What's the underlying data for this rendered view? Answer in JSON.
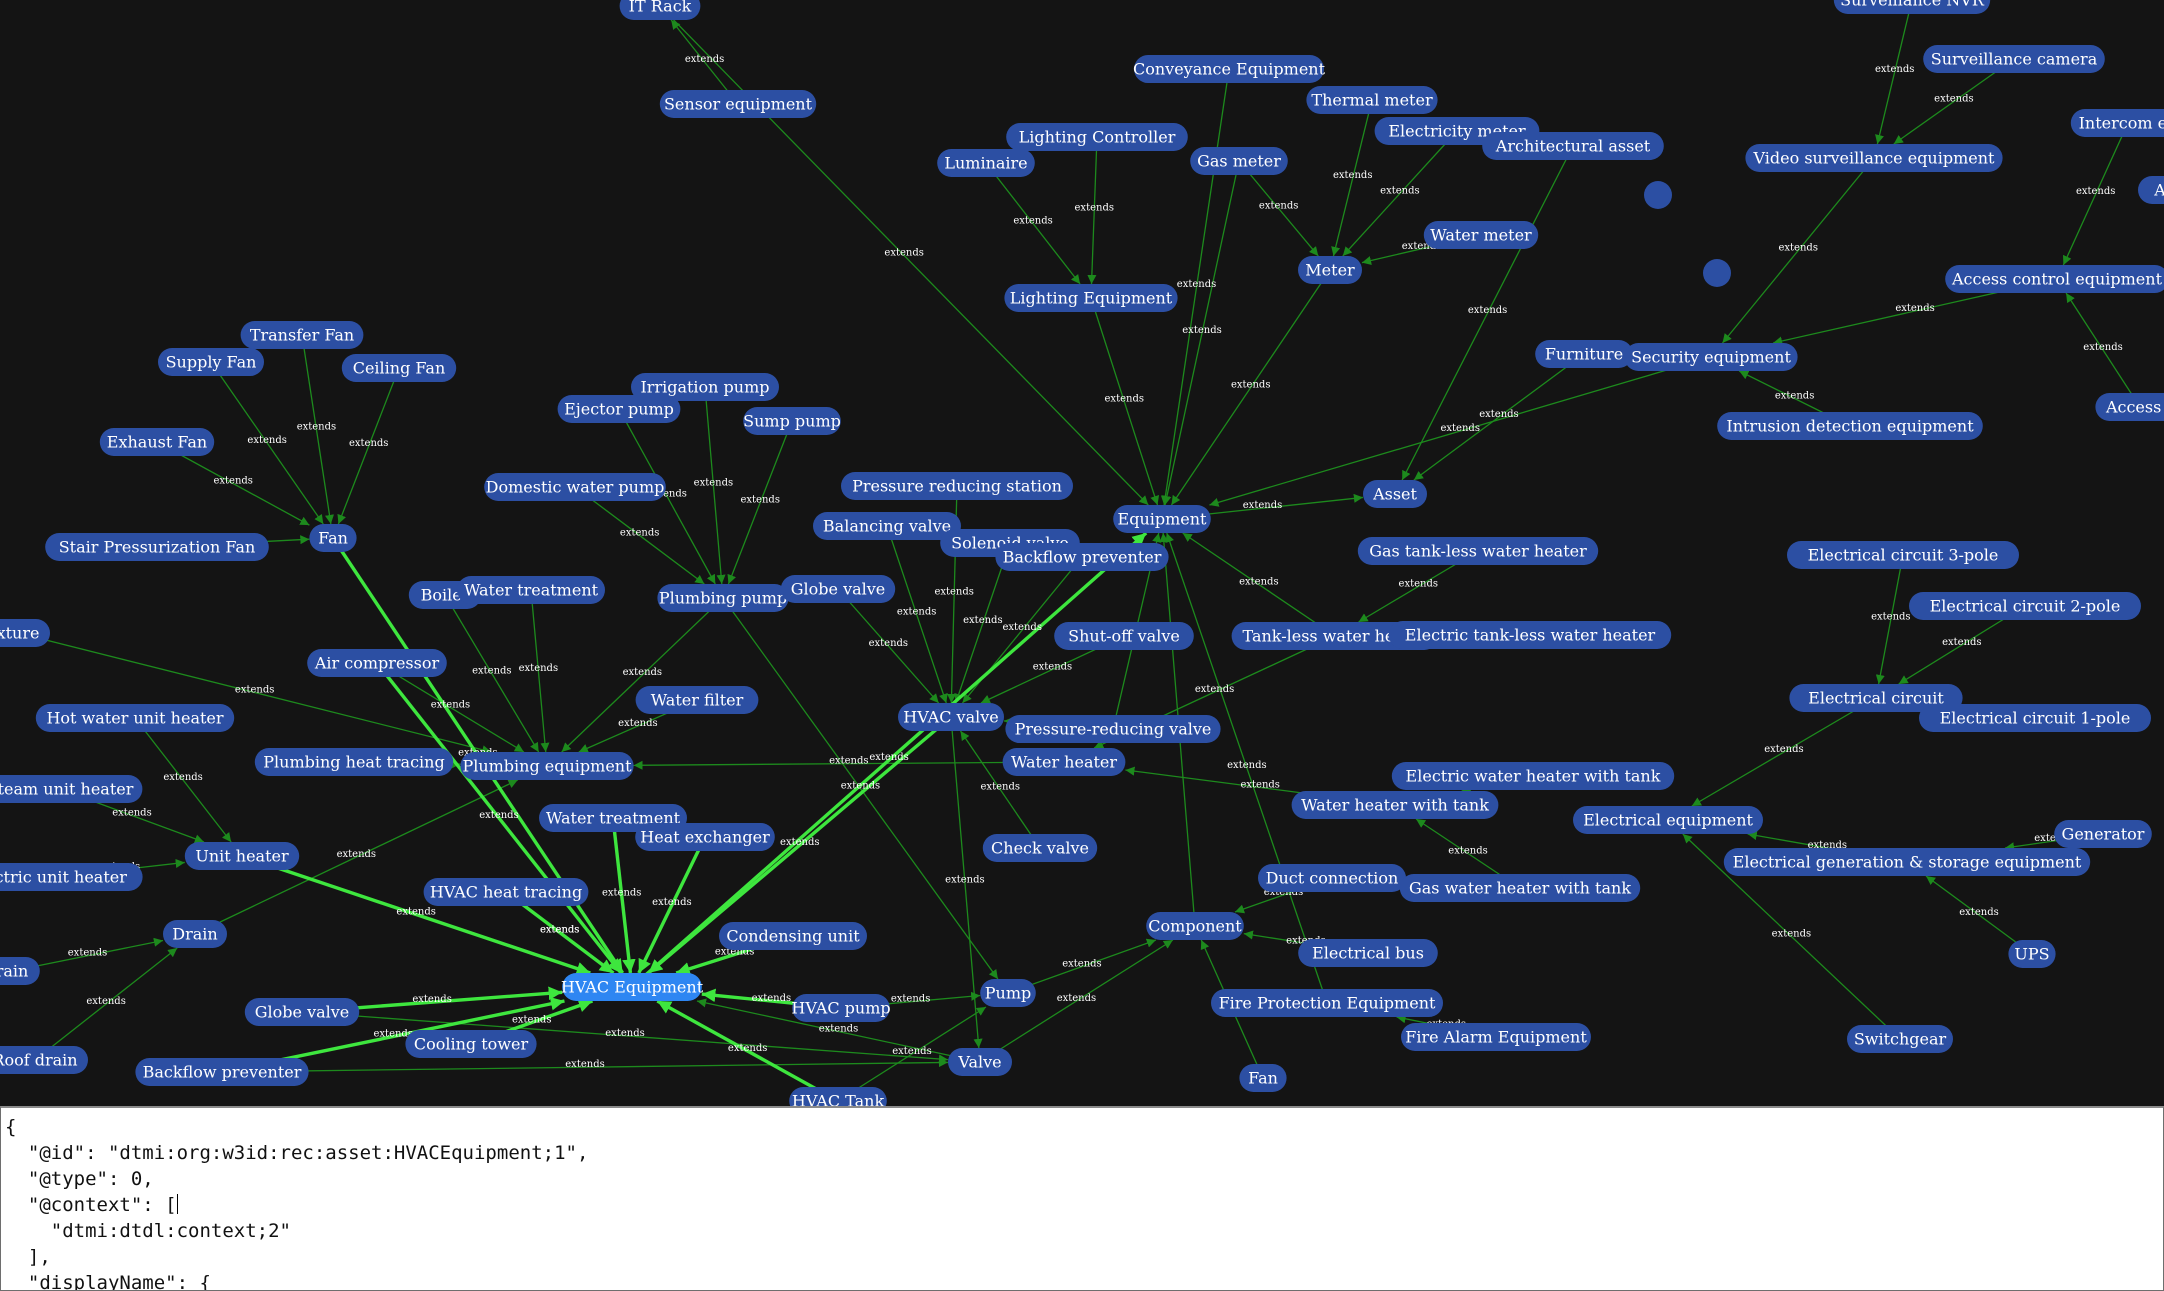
{
  "graph": {
    "edge_label": "extends",
    "selected_node": "hvac-equipment",
    "nodes": [
      {
        "id": "it-rack",
        "label": "IT Rack"
      },
      {
        "id": "sensor-equipment",
        "label": "Sensor equipment"
      },
      {
        "id": "conveyance-equipment",
        "label": "Conveyance Equipment"
      },
      {
        "id": "thermal-meter",
        "label": "Thermal meter"
      },
      {
        "id": "surveillance-nvr",
        "label": "Surveillance NVR"
      },
      {
        "id": "surveillance-camera",
        "label": "Surveillance camera"
      },
      {
        "id": "intercom",
        "label": "Intercom en"
      },
      {
        "id": "video-surveillance",
        "label": "Video surveillance equipment"
      },
      {
        "id": "lighting-controller",
        "label": "Lighting Controller"
      },
      {
        "id": "luminaire",
        "label": "Luminaire"
      },
      {
        "id": "gas-meter",
        "label": "Gas meter"
      },
      {
        "id": "electricity-meter",
        "label": "Electricity meter"
      },
      {
        "id": "architectural-asset",
        "label": "Architectural asset"
      },
      {
        "id": "water-meter",
        "label": "Water meter"
      },
      {
        "id": "meter",
        "label": "Meter"
      },
      {
        "id": "lighting-equipment",
        "label": "Lighting Equipment"
      },
      {
        "id": "access-control",
        "label": "Access control equipment"
      },
      {
        "id": "furniture",
        "label": "Furniture"
      },
      {
        "id": "security-equipment",
        "label": "Security equipment"
      },
      {
        "id": "access-r",
        "label": "Access r"
      },
      {
        "id": "transfer-fan",
        "label": "Transfer Fan"
      },
      {
        "id": "supply-fan",
        "label": "Supply Fan"
      },
      {
        "id": "ceiling-fan",
        "label": "Ceiling Fan"
      },
      {
        "id": "irrigation-pump",
        "label": "Irrigation pump"
      },
      {
        "id": "ejector-pump",
        "label": "Ejector pump"
      },
      {
        "id": "sump-pump",
        "label": "Sump pump"
      },
      {
        "id": "intrusion-detection",
        "label": "Intrusion detection equipment"
      },
      {
        "id": "exhaust-fan",
        "label": "Exhaust Fan"
      },
      {
        "id": "domestic-water-pump",
        "label": "Domestic water pump"
      },
      {
        "id": "pressure-reducing-station",
        "label": "Pressure reducing station"
      },
      {
        "id": "asset",
        "label": "Asset"
      },
      {
        "id": "equipment",
        "label": "Equipment"
      },
      {
        "id": "balancing-valve",
        "label": "Balancing valve"
      },
      {
        "id": "fan",
        "label": "Fan"
      },
      {
        "id": "stair-pressurization-fan",
        "label": "Stair Pressurization Fan"
      },
      {
        "id": "solenoid-valve",
        "label": "Solenoid valve"
      },
      {
        "id": "backflow-preventer",
        "label": "Backflow preventer"
      },
      {
        "id": "gas-tankless",
        "label": "Gas tank-less water heater"
      },
      {
        "id": "elec-circuit-3",
        "label": "Electrical circuit 3-pole"
      },
      {
        "id": "boiler",
        "label": "Boiler"
      },
      {
        "id": "water-treatment-1",
        "label": "Water treatment"
      },
      {
        "id": "plumbing-pump",
        "label": "Plumbing pump"
      },
      {
        "id": "globe-valve-1",
        "label": "Globe valve"
      },
      {
        "id": "elec-circuit-2",
        "label": "Electrical circuit 2-pole"
      },
      {
        "id": "fixture",
        "label": "xture"
      },
      {
        "id": "shutoff-valve",
        "label": "Shut-off valve"
      },
      {
        "id": "tankless-heater",
        "label": "Tank-less water heater"
      },
      {
        "id": "elec-tankless",
        "label": "Electric tank-less water heater"
      },
      {
        "id": "air-compressor",
        "label": "Air compressor"
      },
      {
        "id": "water-filter",
        "label": "Water filter"
      },
      {
        "id": "electrical-circuit",
        "label": "Electrical circuit"
      },
      {
        "id": "hot-water-unit-heater",
        "label": "Hot water unit heater"
      },
      {
        "id": "hvac-valve",
        "label": "HVAC valve"
      },
      {
        "id": "pressure-reducing-valve",
        "label": "Pressure-reducing valve"
      },
      {
        "id": "elec-circuit-1",
        "label": "Electrical circuit 1-pole"
      },
      {
        "id": "plumbing-heat-tracing",
        "label": "Plumbing heat tracing"
      },
      {
        "id": "plumbing-equipment",
        "label": "Plumbing equipment"
      },
      {
        "id": "water-heater",
        "label": "Water heater"
      },
      {
        "id": "elec-water-heater-tank",
        "label": "Electric water heater with tank"
      },
      {
        "id": "steam-unit-heater",
        "label": "Steam unit heater"
      },
      {
        "id": "water-heater-tank",
        "label": "Water heater with tank"
      },
      {
        "id": "water-treatment-2",
        "label": "Water treatment"
      },
      {
        "id": "electrical-equipment",
        "label": "Electrical equipment"
      },
      {
        "id": "generator",
        "label": "Generator"
      },
      {
        "id": "heat-exchanger",
        "label": "Heat exchanger"
      },
      {
        "id": "elec-gen-storage",
        "label": "Electrical generation & storage equipment"
      },
      {
        "id": "unit-heater",
        "label": "Unit heater"
      },
      {
        "id": "electric-unit-heater",
        "label": "ectric unit heater"
      },
      {
        "id": "check-valve",
        "label": "Check valve"
      },
      {
        "id": "duct-connection",
        "label": "Duct connection"
      },
      {
        "id": "gas-water-heater-tank",
        "label": "Gas water heater with tank"
      },
      {
        "id": "hvac-heat-tracing",
        "label": "HVAC heat tracing"
      },
      {
        "id": "component",
        "label": "Component"
      },
      {
        "id": "drain",
        "label": "Drain"
      },
      {
        "id": "condensing-unit",
        "label": "Condensing unit"
      },
      {
        "id": "ups",
        "label": "UPS"
      },
      {
        "id": "rain",
        "label": "rain"
      },
      {
        "id": "electrical-bus",
        "label": "Electrical bus"
      },
      {
        "id": "hvac-equipment",
        "label": "HVAC Equipment"
      },
      {
        "id": "pump",
        "label": "Pump"
      },
      {
        "id": "hvac-pump",
        "label": "HVAC pump"
      },
      {
        "id": "fire-protection",
        "label": "Fire Protection Equipment"
      },
      {
        "id": "globe-valve-2",
        "label": "Globe valve"
      },
      {
        "id": "fire-alarm",
        "label": "Fire Alarm Equipment"
      },
      {
        "id": "cooling-tower",
        "label": "Cooling tower"
      },
      {
        "id": "switchgear",
        "label": "Switchgear"
      },
      {
        "id": "roof-drain",
        "label": "Roof drain"
      },
      {
        "id": "valve",
        "label": "Valve"
      },
      {
        "id": "backflow-preventer-2",
        "label": "Backflow preventer"
      },
      {
        "id": "fan-2",
        "label": "Fan"
      },
      {
        "id": "hvac-tank",
        "label": "HVAC Tank"
      },
      {
        "id": "a-partial",
        "label": "A"
      }
    ],
    "edges": [
      [
        "conveyance-equipment",
        "equipment"
      ],
      [
        "it-rack",
        "equipment"
      ],
      [
        "sensor-equipment",
        "it-rack"
      ],
      [
        "thermal-meter",
        "meter"
      ],
      [
        "gas-meter",
        "meter"
      ],
      [
        "electricity-meter",
        "meter"
      ],
      [
        "water-meter",
        "meter"
      ],
      [
        "meter",
        "equipment"
      ],
      [
        "gas-meter",
        "equipment"
      ],
      [
        "luminaire",
        "lighting-equipment"
      ],
      [
        "lighting-controller",
        "lighting-equipment"
      ],
      [
        "lighting-equipment",
        "equipment"
      ],
      [
        "architectural-asset",
        "asset"
      ],
      [
        "surveillance-nvr",
        "video-surveillance"
      ],
      [
        "surveillance-camera",
        "video-surveillance"
      ],
      [
        "video-surveillance",
        "security-equipment"
      ],
      [
        "access-control",
        "security-equipment"
      ],
      [
        "intercom",
        "access-control"
      ],
      [
        "access-r",
        "access-control"
      ],
      [
        "intrusion-detection",
        "security-equipment"
      ],
      [
        "security-equipment",
        "equipment"
      ],
      [
        "furniture",
        "asset"
      ],
      [
        "equipment",
        "asset"
      ],
      [
        "transfer-fan",
        "fan"
      ],
      [
        "supply-fan",
        "fan"
      ],
      [
        "ceiling-fan",
        "fan"
      ],
      [
        "exhaust-fan",
        "fan"
      ],
      [
        "stair-pressurization-fan",
        "fan"
      ],
      [
        "irrigation-pump",
        "plumbing-pump"
      ],
      [
        "ejector-pump",
        "plumbing-pump"
      ],
      [
        "sump-pump",
        "plumbing-pump"
      ],
      [
        "domestic-water-pump",
        "plumbing-pump"
      ],
      [
        "plumbing-pump",
        "plumbing-equipment"
      ],
      [
        "plumbing-pump",
        "pump"
      ],
      [
        "boiler",
        "plumbing-equipment"
      ],
      [
        "water-treatment-1",
        "plumbing-equipment"
      ],
      [
        "air-compressor",
        "plumbing-equipment"
      ],
      [
        "water-filter",
        "plumbing-equipment"
      ],
      [
        "plumbing-heat-tracing",
        "plumbing-equipment"
      ],
      [
        "hot-water-unit-heater",
        "unit-heater"
      ],
      [
        "steam-unit-heater",
        "unit-heater"
      ],
      [
        "electric-unit-heater",
        "unit-heater"
      ],
      [
        "rain",
        "drain"
      ],
      [
        "roof-drain",
        "drain"
      ],
      [
        "drain",
        "plumbing-equipment"
      ],
      [
        "fixture",
        "plumbing-equipment"
      ],
      [
        "pressure-reducing-station",
        "hvac-valve"
      ],
      [
        "balancing-valve",
        "hvac-valve"
      ],
      [
        "solenoid-valve",
        "hvac-valve"
      ],
      [
        "backflow-preventer",
        "hvac-valve"
      ],
      [
        "globe-valve-1",
        "hvac-valve"
      ],
      [
        "shutoff-valve",
        "hvac-valve"
      ],
      [
        "pressure-reducing-valve",
        "hvac-valve"
      ],
      [
        "check-valve",
        "hvac-valve"
      ],
      [
        "hvac-valve",
        "valve"
      ],
      [
        "tankless-heater",
        "water-heater"
      ],
      [
        "gas-tankless",
        "tankless-heater"
      ],
      [
        "elec-tankless",
        "tankless-heater"
      ],
      [
        "tankless-heater",
        "equipment"
      ],
      [
        "water-heater-tank",
        "water-heater"
      ],
      [
        "elec-water-heater-tank",
        "water-heater-tank"
      ],
      [
        "gas-water-heater-tank",
        "water-heater-tank"
      ],
      [
        "water-heater",
        "plumbing-equipment"
      ],
      [
        "elec-circuit-3",
        "electrical-circuit"
      ],
      [
        "elec-circuit-2",
        "electrical-circuit"
      ],
      [
        "elec-circuit-1",
        "electrical-circuit"
      ],
      [
        "electrical-circuit",
        "electrical-equipment"
      ],
      [
        "generator",
        "elec-gen-storage"
      ],
      [
        "ups",
        "elec-gen-storage"
      ],
      [
        "elec-gen-storage",
        "electrical-equipment"
      ],
      [
        "switchgear",
        "electrical-equipment"
      ],
      [
        "duct-connection",
        "component"
      ],
      [
        "electrical-bus",
        "component"
      ],
      [
        "component",
        "equipment"
      ],
      [
        "pump",
        "component"
      ],
      [
        "valve",
        "component"
      ],
      [
        "valve",
        "hvac-equipment"
      ],
      [
        "fire-protection",
        "equipment"
      ],
      [
        "fire-alarm",
        "fire-protection"
      ],
      [
        "fan-2",
        "component"
      ],
      [
        "hvac-pump",
        "pump"
      ],
      [
        "hvac-tank",
        "pump"
      ],
      [
        "hvac-heat-tracing",
        "hvac-equipment"
      ],
      [
        "globe-valve-2",
        "valve"
      ],
      [
        "backflow-preventer-2",
        "valve"
      ],
      [
        "pressure-reducing-valve",
        "equipment"
      ]
    ],
    "highlight_edges": [
      [
        "hvac-equipment",
        "equipment"
      ],
      [
        "fan",
        "hvac-equipment"
      ],
      [
        "air-compressor",
        "hvac-equipment"
      ],
      [
        "water-treatment-2",
        "hvac-equipment"
      ],
      [
        "heat-exchanger",
        "hvac-equipment"
      ],
      [
        "hvac-valve",
        "hvac-equipment"
      ],
      [
        "unit-heater",
        "hvac-equipment"
      ],
      [
        "hvac-heat-tracing",
        "hvac-equipment"
      ],
      [
        "condensing-unit",
        "hvac-equipment"
      ],
      [
        "hvac-pump",
        "hvac-equipment"
      ],
      [
        "cooling-tower",
        "hvac-equipment"
      ],
      [
        "hvac-tank",
        "hvac-equipment"
      ],
      [
        "backflow-preventer-2",
        "hvac-equipment"
      ],
      [
        "globe-valve-2",
        "hvac-equipment"
      ]
    ]
  },
  "editor": {
    "lines": [
      "{",
      "  \"@id\": \"dtmi:org:w3id:rec:asset:HVACEquipment;1\",",
      "  \"@type\": 0,",
      "  \"@context\": [",
      "    \"dtmi:dtdl:context;2\"",
      "  ],",
      "  \"displayName\": {"
    ],
    "caret_line": 3
  }
}
